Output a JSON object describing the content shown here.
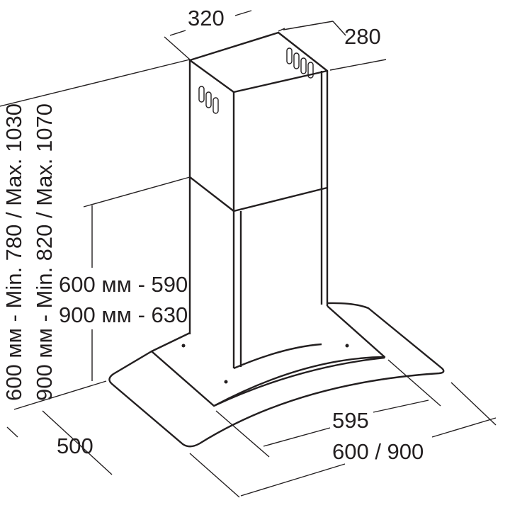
{
  "title": "Chimney cooker hood dimension drawing",
  "colors": {
    "line": "#231f20",
    "background": "#ffffff"
  },
  "dimensions": {
    "chimney_width": "320",
    "chimney_depth": "280",
    "height_600": "600 мм - Min. 780 / Max. 1030",
    "height_900": "900 мм - Min. 820 / Max. 1070",
    "canopy_height_600": "600 мм - 590",
    "canopy_height_900": "900 мм - 630",
    "depth": "500",
    "inner_width": "595",
    "width": "600 / 900"
  }
}
